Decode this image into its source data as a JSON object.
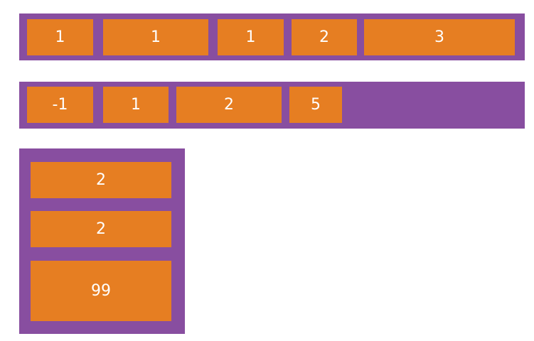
{
  "colors": {
    "container": "#884ea0",
    "item": "#e67e22",
    "text": "#ffffff",
    "background": "#ffffff"
  },
  "row1": {
    "items": [
      "1",
      "1",
      "1",
      "2",
      "3"
    ]
  },
  "row2": {
    "items": [
      "-1",
      "1",
      "2",
      "5"
    ]
  },
  "column": {
    "items": [
      "2",
      "2",
      "99"
    ]
  }
}
